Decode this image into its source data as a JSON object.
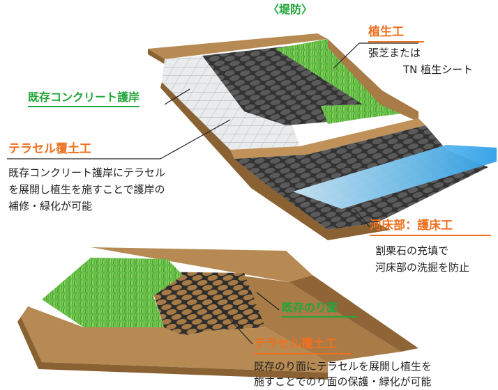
{
  "colors": {
    "green": "#23a63a",
    "orange": "#ee7020",
    "soil": "#b68a52",
    "soil_dark": "#8a6133",
    "cell_dark": "#3a3a3a",
    "concrete": "#e7e9ea",
    "water": "#7ec5ec",
    "grass": "#5ab83c"
  },
  "labels": {
    "embankment": "〈堤防〉",
    "vegetation_title": "植生工",
    "vegetation_desc_1": "張芝または",
    "vegetation_desc_2": "TN 植生シート",
    "existing_concrete": "既存コンクリート護岸",
    "terracell_cover_1_title": "テラセル覆土工",
    "terracell_cover_1_desc_1": "既存コンクリート護岸にテラセル",
    "terracell_cover_1_desc_2": "を展開し植生を施すことで護岸の",
    "terracell_cover_1_desc_3": "補修・緑化が可能",
    "riverbed_title": "河床部：護床工",
    "riverbed_desc_1": "割栗石の充填で",
    "riverbed_desc_2": "河床部の洗掘を防止",
    "existing_slope": "既存のり面",
    "terracell_cover_2_title": "テラセル覆土工",
    "terracell_cover_2_desc_1": "既存のり面にテラセルを展開し植生を",
    "terracell_cover_2_desc_2": "施すことでのり面の保護・緑化が可能"
  }
}
